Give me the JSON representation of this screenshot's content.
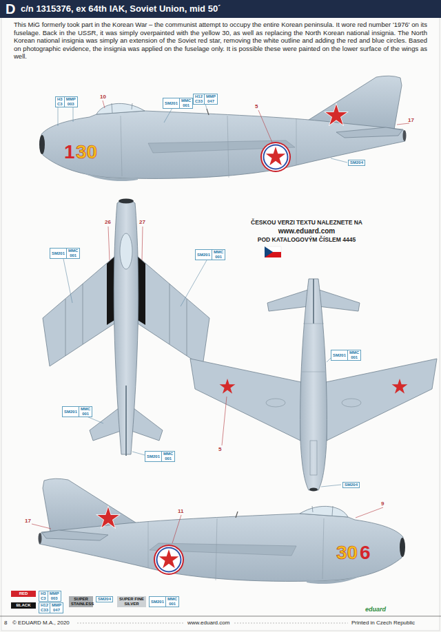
{
  "diagram": {
    "title": "c/n 1315376, ex 64th IAK, Soviet Union, mid 50´",
    "nodes": [
      {
        "text": [
          "H3",
          "C3",
          "MMP",
          "003"
        ]
      },
      {
        "text": [
          "SM201",
          "MMC",
          "001"
        ]
      },
      {
        "text": [
          "H12",
          "C33",
          "MMP",
          "047"
        ]
      },
      {
        "text": [
          "SM204"
        ]
      },
      {
        "text": [
          "SM201",
          "MMC",
          "001"
        ]
      },
      {
        "text": [
          "SM201",
          "MMC",
          "001"
        ]
      },
      {
        "text": [
          "SM201",
          "MMC",
          "001"
        ]
      },
      {
        "text": [
          "SM201",
          "MMC",
          "001"
        ]
      },
      {
        "text": [
          "SM201",
          "MMC",
          "001"
        ]
      },
      {
        "text": [
          "SM204"
        ]
      },
      {
        "text": [
          "H3",
          "C3",
          "MMP",
          "003"
        ]
      },
      {
        "text": [
          "H12",
          "C33",
          "MMP",
          "047"
        ]
      },
      {
        "text": [
          "SM204"
        ]
      },
      {
        "text": [
          "SM201",
          "MMC",
          "001"
        ]
      }
    ],
    "labels": [
      "D",
      "This MiG formerly took part in the Korean War – the communist attempt to occupy the entire Korean peninsula. It wore red number '1976' on its fuselage. Back in the USSR, it was simply overpainted with the yellow 30, as well as replacing the North Korean national insignia. The North Korean national insignia was simply an extension of the Soviet red star, removing the white outline and adding the red and blue circles. Based on photographic evidence, the insignia was applied on the fuselage only. It is possible these were painted on the lower surface of the wings as well.",
      "10",
      "5",
      "17",
      "1",
      "30",
      "26",
      "27",
      "ČESKOU VERZI TEXTU NALEZNETE NA",
      "www.eduard.com",
      "POD KATALOGOVÝM ČÍSLEM 4445",
      "5",
      "17",
      "11",
      "9",
      "30",
      "6",
      "8",
      "© EDUARD M.A., 2020",
      "www.eduard.com",
      "eduard",
      "Printed in Czech Republic"
    ],
    "legend": [
      {
        "text": "RED",
        "color": "#d3232a"
      },
      {
        "text": "BLACK",
        "color": "#151515"
      },
      {
        "text": "SUPER STAINLESS",
        "color": "#a9adb0"
      },
      {
        "text": "SUPER FINE SILVER",
        "color": "#cdd1d4"
      }
    ]
  }
}
